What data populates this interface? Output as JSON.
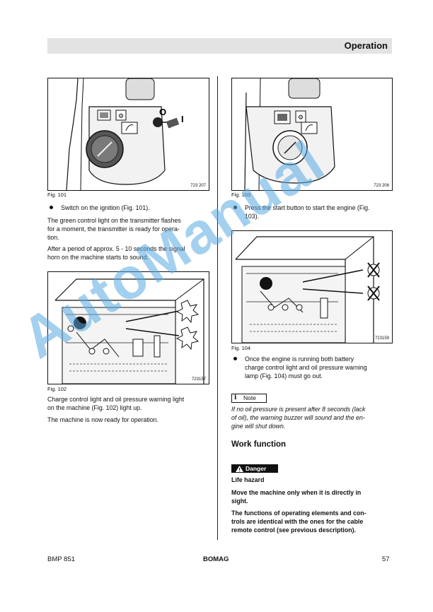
{
  "header": {
    "section": "Operation"
  },
  "left": {
    "fig101": {
      "code": "723 207",
      "caption": "Fig. 101"
    },
    "bullet1": "Switch on the ignition (Fig. 101).",
    "para1_l1": "The green control light on the transmitter flashes",
    "para1_l2": "for a moment, the transmitter is ready for opera-",
    "para1_l3": "tion.",
    "para2_l1": "After a period of approx. 5 - 10 seconds the signal",
    "para2_l2": "horn on the machine starts to sound.",
    "fig102": {
      "code": "723157",
      "caption": "Fig. 102"
    },
    "para3_l1": "Charge control light and oil pressure warning light",
    "para3_l2": "on the machine (Fig. 102) light up.",
    "para4": "The machine is now ready for operation.",
    "switch_off": "O",
    "switch_on": "I"
  },
  "right": {
    "fig103": {
      "code": "723 206",
      "caption": "Fig. 103"
    },
    "bullet2_l1": "Press the start button to start the engine (Fig.",
    "bullet2_l2": "103).",
    "fig104": {
      "code": "723159",
      "caption": "Fig. 104"
    },
    "bullet3_l1": "Once the engine is running both battery",
    "bullet3_l2": "charge control light and oil pressure warning",
    "bullet3_l3": "lamp (Fig. 104) must go out.",
    "note_label": "Note",
    "note_l1": "If no oil pressure is present after 8 seconds (lack",
    "note_l2": "of oil), the warning buzzer will sound and the en-",
    "note_l3": "gine will shut down.",
    "work_heading": "Work function",
    "danger_label": "Danger",
    "life_hazard": "Life hazard",
    "danger1_l1": "Move the machine only when it is directly in",
    "danger1_l2": "sight.",
    "danger2_l1": "The functions of operating elements and con-",
    "danger2_l2": "trols are identical with the ones for the cable",
    "danger2_l3": "remote control (see previous description)."
  },
  "footer": {
    "model": "BMP 851",
    "brand": "BOMAG",
    "page": "57"
  },
  "watermark": "AutoManual"
}
